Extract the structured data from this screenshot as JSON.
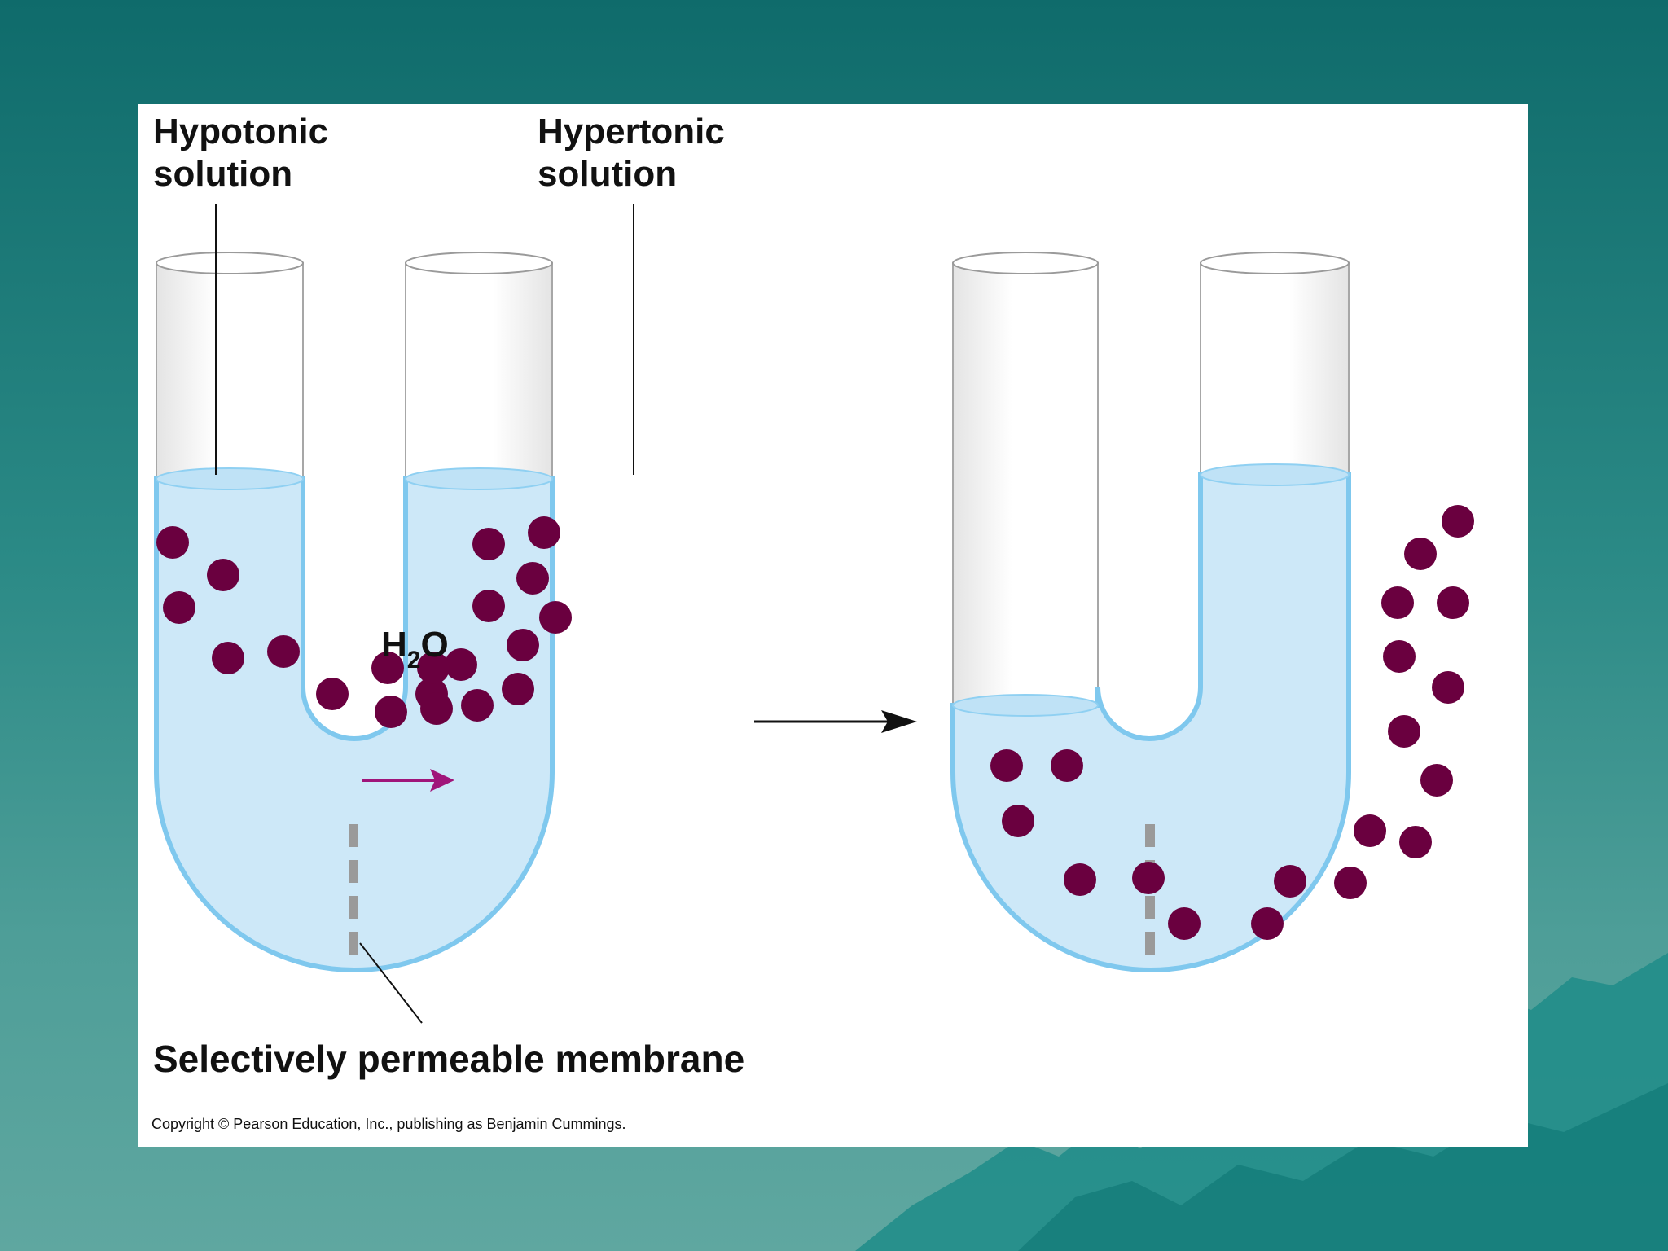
{
  "diagram": {
    "labels": {
      "hypotonic_line1": "Hypotonic",
      "hypotonic_line2": "solution",
      "hypertonic_line1": "Hypertonic",
      "hypertonic_line2": "solution",
      "water_main": "H",
      "water_sub": "2",
      "water_tail": "O",
      "membrane": "Selectively permeable membrane",
      "copyright": "Copyright © Pearson Education, Inc., publishing as Benjamin Cummings."
    },
    "colors": {
      "water": "#cde8f8",
      "water_edge": "#8fd0f2",
      "solute": "#6a003f",
      "membrane": "#9a9a9a",
      "water_arrow": "#a0157a",
      "tube_outline": "#9a9a9a"
    }
  }
}
